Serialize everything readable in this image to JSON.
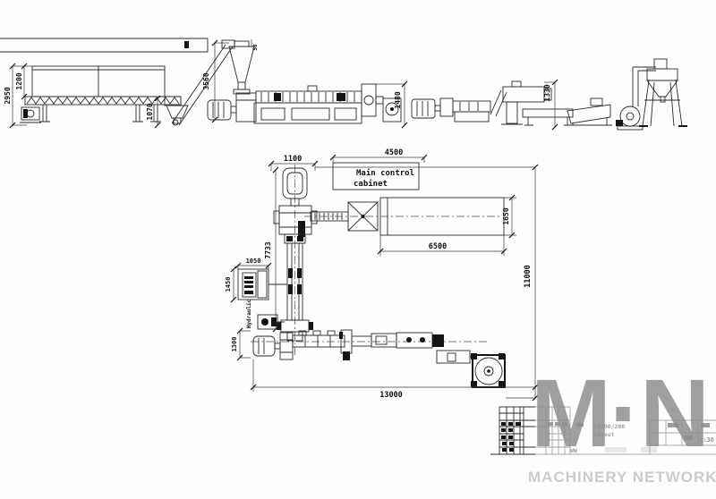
{
  "side_view": {
    "dims": {
      "overall_height": "2950",
      "tank_height": "1200",
      "discharge_height": "1070",
      "conveyor_height": "3560",
      "hopper_neck": "50",
      "extruder_height": "1480",
      "pelletizer_height": "1330"
    }
  },
  "plan_view": {
    "dims": {
      "extruder_motor_width": "1100",
      "cabinet_length": "4500",
      "extruder_length": "7733",
      "hydraulic_length": "1050",
      "hydraulic_width": "1450",
      "water_tank_width": "1650",
      "water_tank_length": "6500",
      "line_width": "11000",
      "stage2_width": "1300",
      "line_length": "13000"
    },
    "labels": {
      "cabinet_line1": "Main control",
      "cabinet_line2": "cabinet",
      "hydraulic": "Hydraulic"
    }
  },
  "title_block": {
    "model": "SJ200/200",
    "drawing_type": "layout",
    "scale": "1:30",
    "mark": "WW"
  },
  "watermark": {
    "logo": "M·N",
    "name": "MACHINERY NETWORK"
  }
}
